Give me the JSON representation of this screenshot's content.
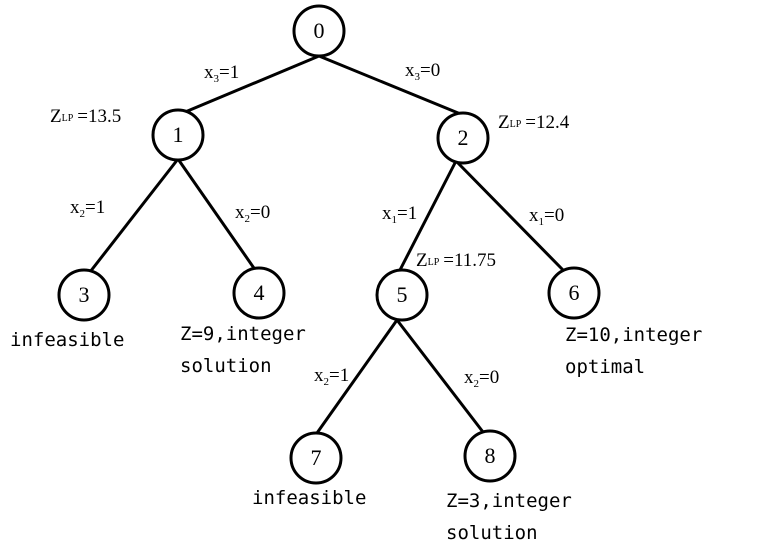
{
  "nodes": [
    {
      "id": "0",
      "label": "0"
    },
    {
      "id": "1",
      "label": "1"
    },
    {
      "id": "2",
      "label": "2"
    },
    {
      "id": "3",
      "label": "3"
    },
    {
      "id": "4",
      "label": "4"
    },
    {
      "id": "5",
      "label": "5"
    },
    {
      "id": "6",
      "label": "6"
    },
    {
      "id": "7",
      "label": "7"
    },
    {
      "id": "8",
      "label": "8"
    }
  ],
  "edges": [
    {
      "from": "0",
      "to": "1",
      "var": "x",
      "sub": "3",
      "val": "=1"
    },
    {
      "from": "0",
      "to": "2",
      "var": "x",
      "sub": "3",
      "val": "=0"
    },
    {
      "from": "1",
      "to": "3",
      "var": "x",
      "sub": "2",
      "val": "=1"
    },
    {
      "from": "1",
      "to": "4",
      "var": "x",
      "sub": "2",
      "val": "=0"
    },
    {
      "from": "2",
      "to": "5",
      "var": "x",
      "sub": "1",
      "val": "=1"
    },
    {
      "from": "2",
      "to": "6",
      "var": "x",
      "sub": "1",
      "val": "=0"
    },
    {
      "from": "5",
      "to": "7",
      "var": "x",
      "sub": "2",
      "val": "=1"
    },
    {
      "from": "5",
      "to": "8",
      "var": "x",
      "sub": "2",
      "val": "=0"
    }
  ],
  "zlp": {
    "prefix": "Z",
    "sub": "LP",
    "node1": "=13.5",
    "node2": "=12.4",
    "node5": "=11.75"
  },
  "notes": {
    "node3": "infeasible",
    "node4_line1": "Z=9,integer",
    "node4_line2": "solution",
    "node6_line1": "Z=10,integer",
    "node6_line2": "optimal",
    "node7": "infeasible",
    "node8_line1": "Z=3,integer",
    "node8_line2": "solution"
  }
}
